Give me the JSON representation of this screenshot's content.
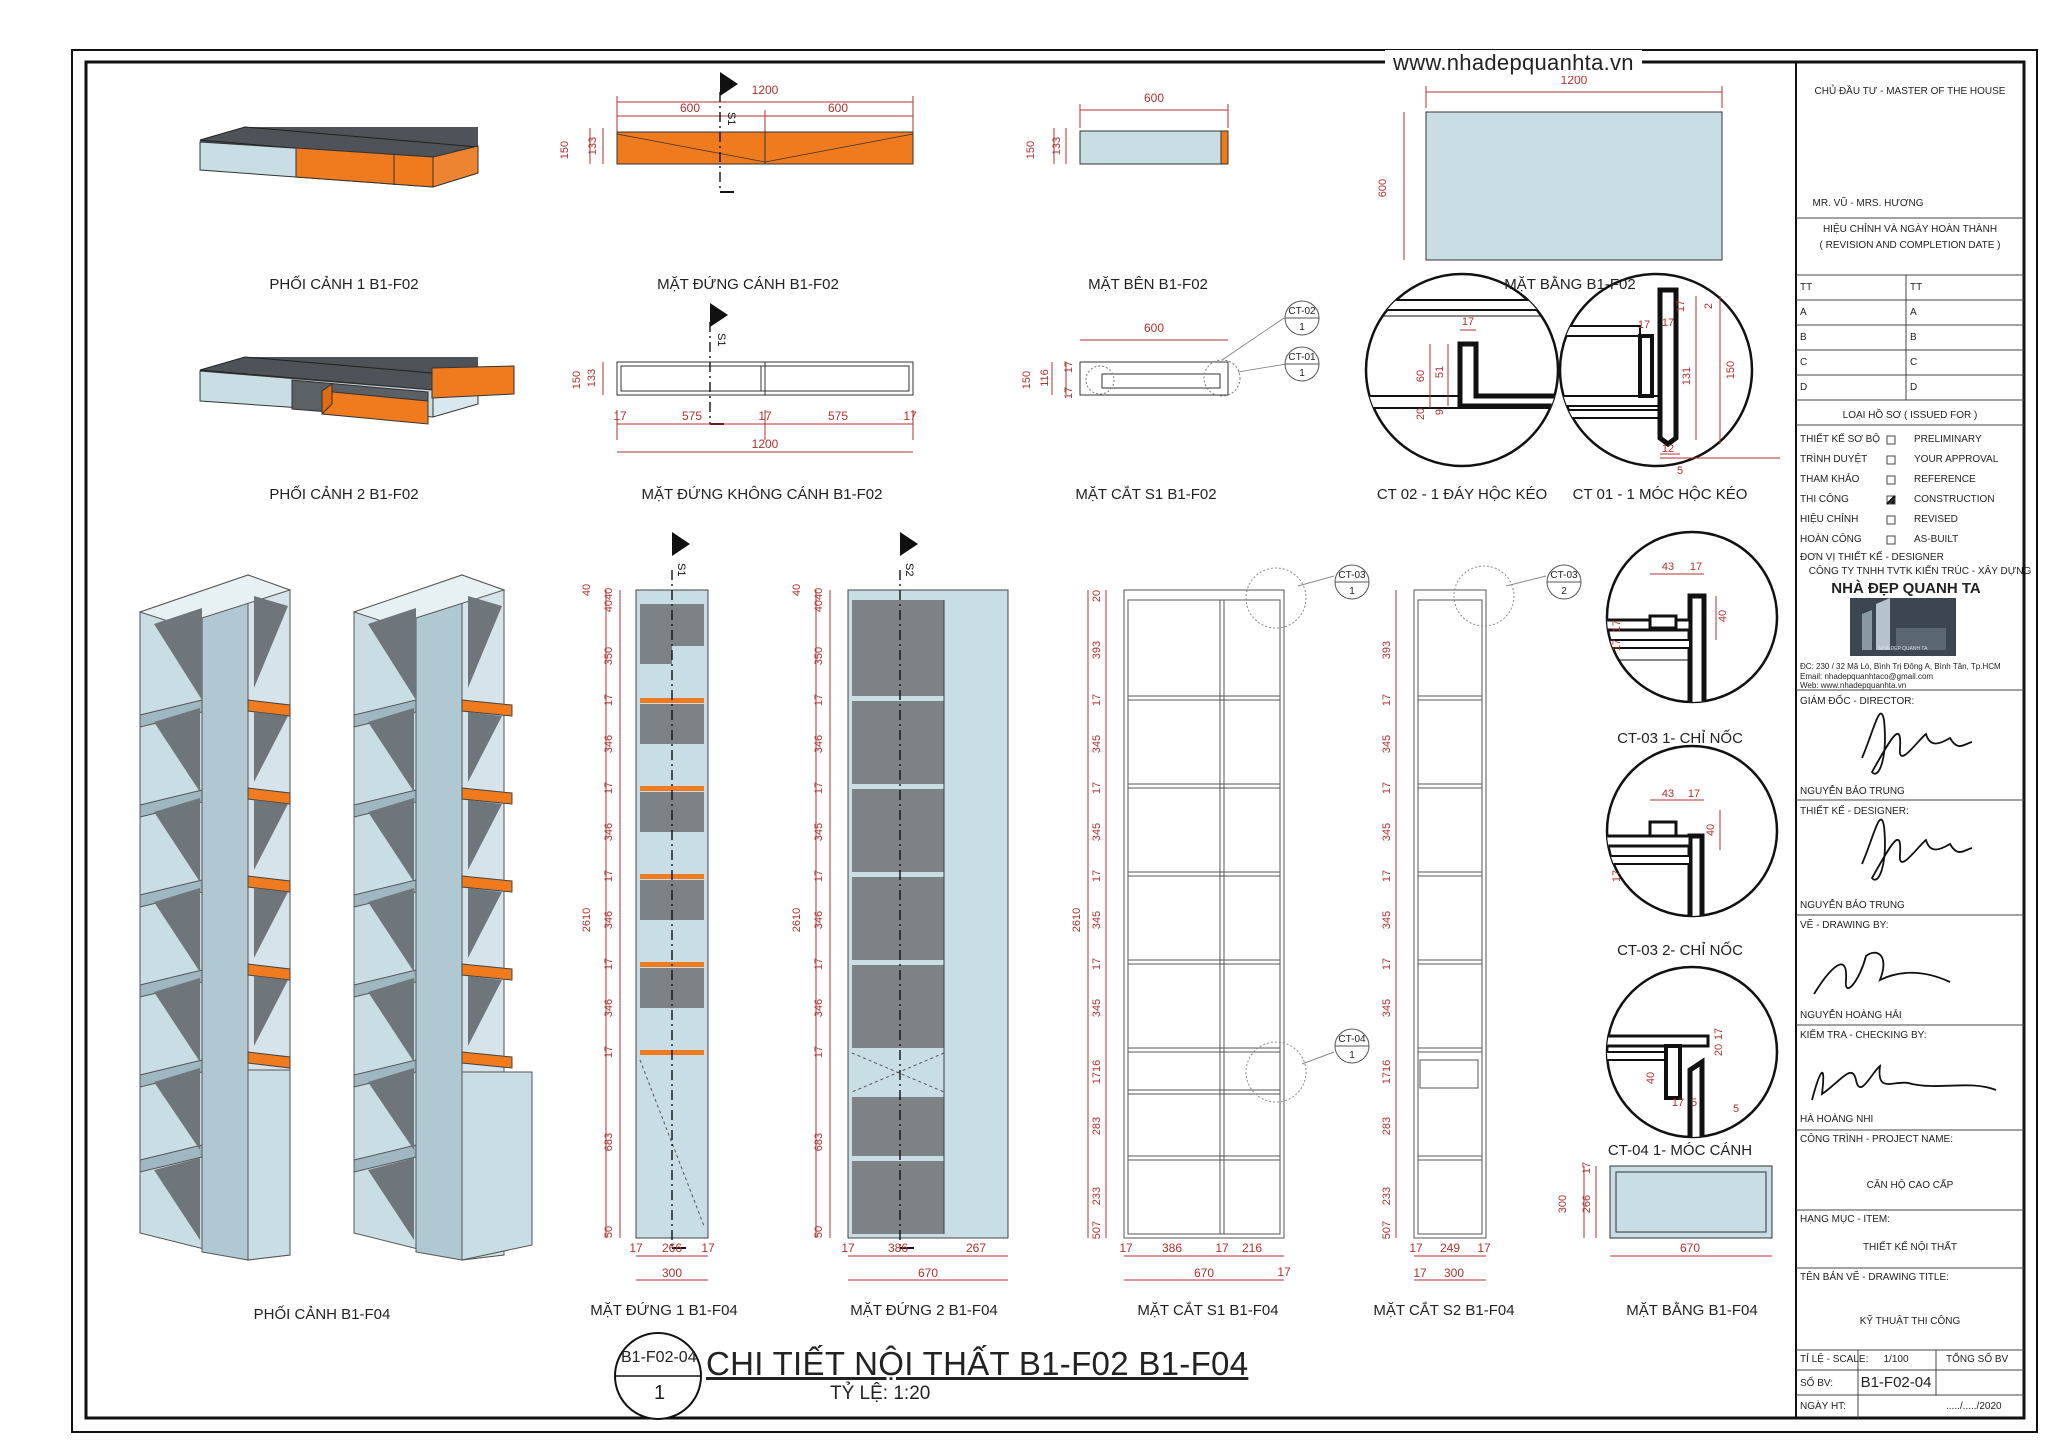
{
  "website": "www.nhadepquanhta.vn",
  "colors": {
    "orange": "#f07a1e",
    "panel": "#c9dde5",
    "dark": "#7d8287",
    "line": "#1a1a1a",
    "dim": "#b03030"
  },
  "drawing": {
    "title": "CHI TIẾT NỘI THẤT B1-F02 B1-F04",
    "scale": "TỶ LỆ: 1:20",
    "badge_code": "B1-F02-04",
    "badge_number": "1"
  },
  "view_labels": {
    "p1_f02": "PHỐI CẢNH 1 B1-F02",
    "elev_door_f02": "MẶT ĐỨNG CÁNH B1-F02",
    "side_f02": "MẶT BÊN B1-F02",
    "plan_f02": "MẶT BẰNG B1-F02",
    "p2_f02": "PHỐI CẢNH 2 B1-F02",
    "elev_nodoor_f02": "MẶT ĐỨNG KHÔNG CÁNH B1-F02",
    "sec_s1_f02": "MẶT CẮT S1 B1-F02",
    "ct02": "CT 02 - 1 ĐÁY HỘC KÉO",
    "ct01": "CT 01 - 1 MÓC HỘC KÉO",
    "p_f04": "PHỐI CẢNH  B1-F04",
    "elev1_f04": "MẶT ĐỨNG 1 B1-F04",
    "elev2_f04": "MẶT ĐỨNG 2 B1-F04",
    "sec_s1_f04": "MẶT CẮT S1 B1-F04",
    "sec_s2_f04": "MẶT CẮT S2 B1-F04",
    "plan_f04": "MẶT BẰNG B1-F04",
    "ct03_1": "CT-03 1- CHỈ NỐC",
    "ct03_2": "CT-03 2- CHỈ NỐC",
    "ct04_1": "CT-04 1- MÓC CÁNH"
  },
  "tags": {
    "ct02": "CT-02",
    "ct01": "CT-01",
    "ct03": "CT-03",
    "ct04": "CT-04",
    "n1": "1",
    "n2": "2",
    "s1": "S1",
    "s2": "S2"
  },
  "dims": {
    "d1200": "1200",
    "d600": "600",
    "d150": "150",
    "d133": "133",
    "d17": "17",
    "d575": "575",
    "d116": "116",
    "d60": "60",
    "d51": "51",
    "d20": "20",
    "d9": "9",
    "d131": "131",
    "d2": "2",
    "d12": "12",
    "d5": "5",
    "d40": "40",
    "d350": "350",
    "d346": "346",
    "d345": "345",
    "d2610": "2610",
    "d683": "683",
    "d50": "50",
    "d266": "266",
    "d300": "300",
    "d386": "386",
    "d267": "267",
    "d670": "670",
    "d393": "393",
    "d216": "216",
    "d283": "283",
    "d233": "233",
    "d249": "249",
    "d43": "43",
    "d1716": "1716",
    "d507": "507",
    "d4040": "4040"
  },
  "title_block": {
    "owner_label": "CHỦ ĐẦU TƯ - MASTER OF THE HOUSE",
    "owner": "MR. VŨ - MRS. HƯƠNG",
    "revision_label": "HIỆU CHỈNH VÀ NGÀY HOÀN THÀNH",
    "revision_label_en": "( REVISION AND COMPLETION DATE )",
    "rev_col": "TT",
    "rev_rows": [
      "A",
      "B",
      "C",
      "D"
    ],
    "issued_label": "LOẠI HỒ SƠ ( ISSUED FOR )",
    "issued": [
      {
        "vn": "THIẾT KẾ SƠ BỘ",
        "en": "PRELIMINARY",
        "checked": false
      },
      {
        "vn": "TRÌNH DUYỆT",
        "en": "YOUR APPROVAL",
        "checked": false
      },
      {
        "vn": "THAM KHẢO",
        "en": "REFERENCE",
        "checked": false
      },
      {
        "vn": "THI CÔNG",
        "en": "CONSTRUCTION",
        "checked": true
      },
      {
        "vn": "HIỆU CHỈNH",
        "en": "REVISED",
        "checked": false
      },
      {
        "vn": "HOÀN CÔNG",
        "en": "AS-BUILT",
        "checked": false
      }
    ],
    "designer_unit": "ĐƠN VỊ THIẾT KẾ - DESIGNER",
    "company": "CÔNG TY TNHH TVTK KIẾN TRÚC - XÂY DỰNG",
    "brand": "NHÀ ĐẸP QUANH TA",
    "logo_caption": "NHÀ ĐẸP QUANH TA",
    "address": "ĐC: 230 / 32  Mã Lò, Bình Trị Đông A, Bình Tân, Tp.HCM",
    "email": "Email: nhadepquanhtaco@gmail.com",
    "web": "Web: www.nhadepquanhta.vn",
    "director_label": "GIÁM ĐỐC - DIRECTOR:",
    "director": "NGUYỄN BẢO TRUNG",
    "designer_label": "THIẾT KẾ - DESIGNER:",
    "designer": "NGUYỄN BẢO TRUNG",
    "drawn_label": "VẼ - DRAWING BY:",
    "drawn": "NGUYỄN HOÀNG HẢI",
    "check_label": "KIỂM TRA - CHECKING BY:",
    "check": "HÀ HOÀNG NHI",
    "project_label": "CÔNG TRÌNH - PROJECT NAME:",
    "project": "CĂN HỘ CAO CẤP",
    "item_label": "HẠNG MỤC - ITEM:",
    "item": "THIẾT KẾ NỘI THẤT",
    "dtitle_label": "TÊN BẢN VẼ - DRAWING TITLE:",
    "dtitle": "KỸ THUẬT THI CÔNG",
    "scale_label": "TỈ LỆ - SCALE:",
    "scale_val": "1/100",
    "total_label": "TỔNG SỐ BV",
    "sheet_label": "SỐ BV:",
    "sheet_val": "B1-F02-04",
    "date_label": "NGÀY HT:",
    "date_val": "...../...../2020"
  }
}
